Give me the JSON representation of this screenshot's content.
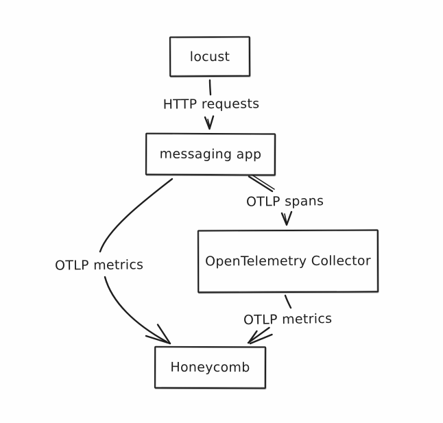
{
  "diagram": {
    "background_color": "#fefefe",
    "stroke_color": "#1e1e1e",
    "style": "hand-drawn-sketch",
    "nodes": [
      {
        "id": "locust",
        "label": "locust"
      },
      {
        "id": "messaging-app",
        "label": "messaging app"
      },
      {
        "id": "opentelemetry-collector",
        "label": "OpenTelemetry Collector"
      },
      {
        "id": "honeycomb",
        "label": "Honeycomb"
      }
    ],
    "edges": [
      {
        "from": "locust",
        "to": "messaging-app",
        "label": "HTTP requests",
        "shape": "straight-down"
      },
      {
        "from": "messaging-app",
        "to": "opentelemetry-collector",
        "label": "OTLP spans",
        "shape": "diagonal-down-right"
      },
      {
        "from": "messaging-app",
        "to": "honeycomb",
        "label": "OTLP metrics",
        "shape": "curved-left"
      },
      {
        "from": "opentelemetry-collector",
        "to": "honeycomb",
        "label": "OTLP metrics",
        "shape": "diagonal-down-left"
      }
    ]
  }
}
